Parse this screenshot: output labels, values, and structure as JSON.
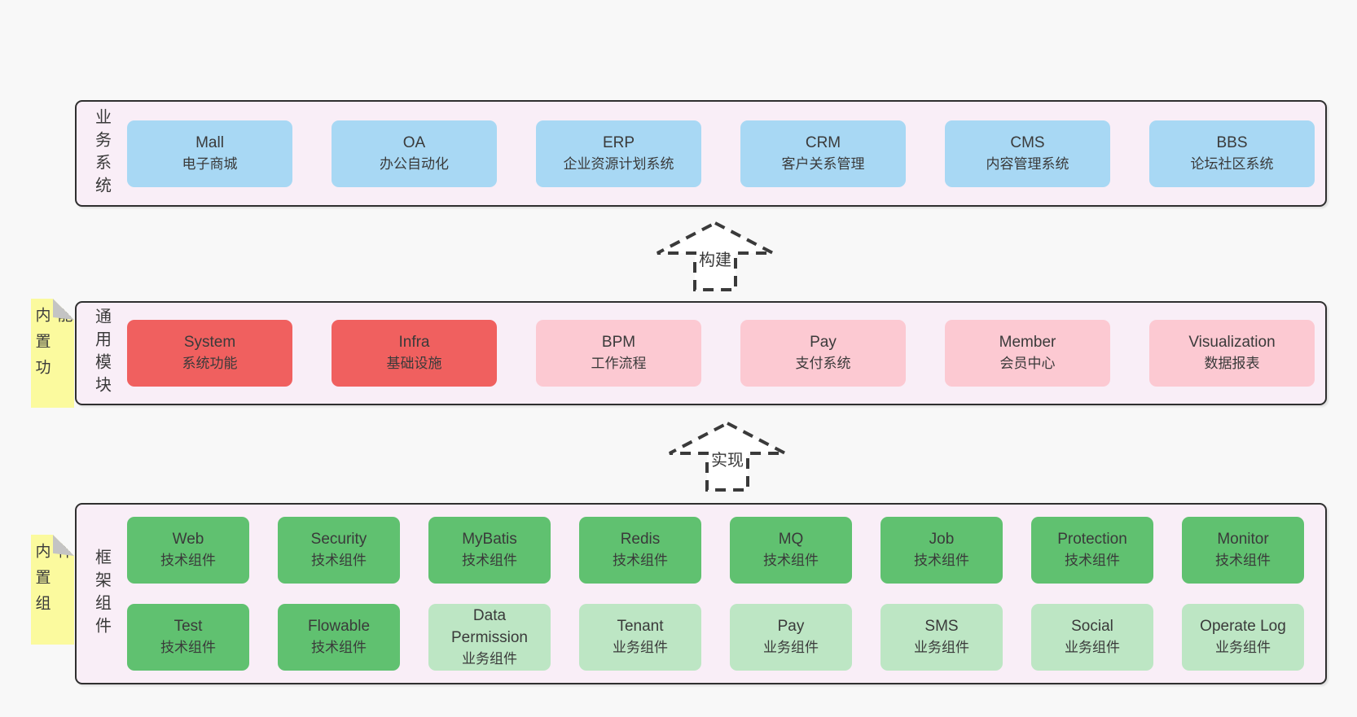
{
  "colors": {
    "page_bg": "#f8f8f8",
    "panel_bg": "#f9eef7",
    "panel_border": "#2f2f2f",
    "blue_box": "#a8d8f4",
    "red_box": "#f0605f",
    "pink_box": "#fcc9d2",
    "green_box": "#60c170",
    "light_green_box": "#bde6c4",
    "sticky_yellow": "#fbfa9e",
    "sticky_fold_gray": "#c4c4c4",
    "text": "#3a3a3a"
  },
  "business": {
    "label": "业务系统",
    "items": [
      {
        "name": "Mall",
        "desc": "电子商城"
      },
      {
        "name": "OA",
        "desc": "办公自动化"
      },
      {
        "name": "ERP",
        "desc": "企业资源计划系统"
      },
      {
        "name": "CRM",
        "desc": "客户关系管理"
      },
      {
        "name": "CMS",
        "desc": "内容管理系统"
      },
      {
        "name": "BBS",
        "desc": "论坛社区系统"
      }
    ]
  },
  "arrows": {
    "build": "构建",
    "implement": "实现"
  },
  "modules": {
    "label": "通用模块",
    "sticky": "内置功能",
    "items": [
      {
        "name": "System",
        "desc": "系统功能"
      },
      {
        "name": "Infra",
        "desc": "基础设施"
      },
      {
        "name": "BPM",
        "desc": "工作流程"
      },
      {
        "name": "Pay",
        "desc": "支付系统"
      },
      {
        "name": "Member",
        "desc": "会员中心"
      },
      {
        "name": "Visualization",
        "desc": "数据报表"
      }
    ]
  },
  "components": {
    "label": "框架组件",
    "sticky": "内置组件",
    "row1": [
      {
        "name": "Web",
        "desc": "技术组件"
      },
      {
        "name": "Security",
        "desc": "技术组件"
      },
      {
        "name": "MyBatis",
        "desc": "技术组件"
      },
      {
        "name": "Redis",
        "desc": "技术组件"
      },
      {
        "name": "MQ",
        "desc": "技术组件"
      },
      {
        "name": "Job",
        "desc": "技术组件"
      },
      {
        "name": "Protection",
        "desc": "技术组件"
      },
      {
        "name": "Monitor",
        "desc": "技术组件"
      }
    ],
    "row2": [
      {
        "name": "Test",
        "desc": "技术组件"
      },
      {
        "name": "Flowable",
        "desc": "技术组件"
      },
      {
        "name": "Data Permission",
        "desc": "业务组件"
      },
      {
        "name": "Tenant",
        "desc": "业务组件"
      },
      {
        "name": "Pay",
        "desc": "业务组件"
      },
      {
        "name": "SMS",
        "desc": "业务组件"
      },
      {
        "name": "Social",
        "desc": "业务组件"
      },
      {
        "name": "Operate Log",
        "desc": "业务组件"
      }
    ]
  }
}
